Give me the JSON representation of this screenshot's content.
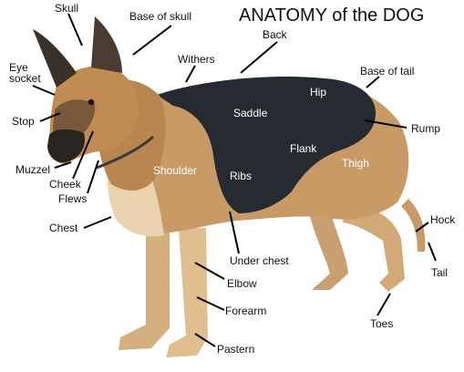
{
  "title": "ANATOMY of the DOG",
  "colors": {
    "background": "#ffffff",
    "label_text": "#111111",
    "label_text_on_coat": "#ffffff",
    "leader_line": "#000000",
    "saddle": "#262a31",
    "tan_coat": "#c79a66",
    "light_coat": "#ead3b0"
  },
  "labels": {
    "skull": "Skull",
    "base_of_skull": "Base of skull",
    "back": "Back",
    "withers": "Withers",
    "eye_socket_1": "Eye",
    "eye_socket_2": "socket",
    "base_of_tail": "Base of tail",
    "hip": "Hip",
    "saddle": "Saddle",
    "stop": "Stop",
    "rump": "Rump",
    "flank": "Flank",
    "thigh": "Thigh",
    "shoulder": "Shoulder",
    "ribs": "Ribs",
    "muzzel": "Muzzel",
    "cheek": "Cheek",
    "flews": "Flews",
    "hock": "Hock",
    "chest": "Chest",
    "under_chest": "Under chest",
    "tail": "Tail",
    "elbow": "Elbow",
    "forearm": "Forearm",
    "toes": "Toes",
    "pastern": "Pastern"
  }
}
